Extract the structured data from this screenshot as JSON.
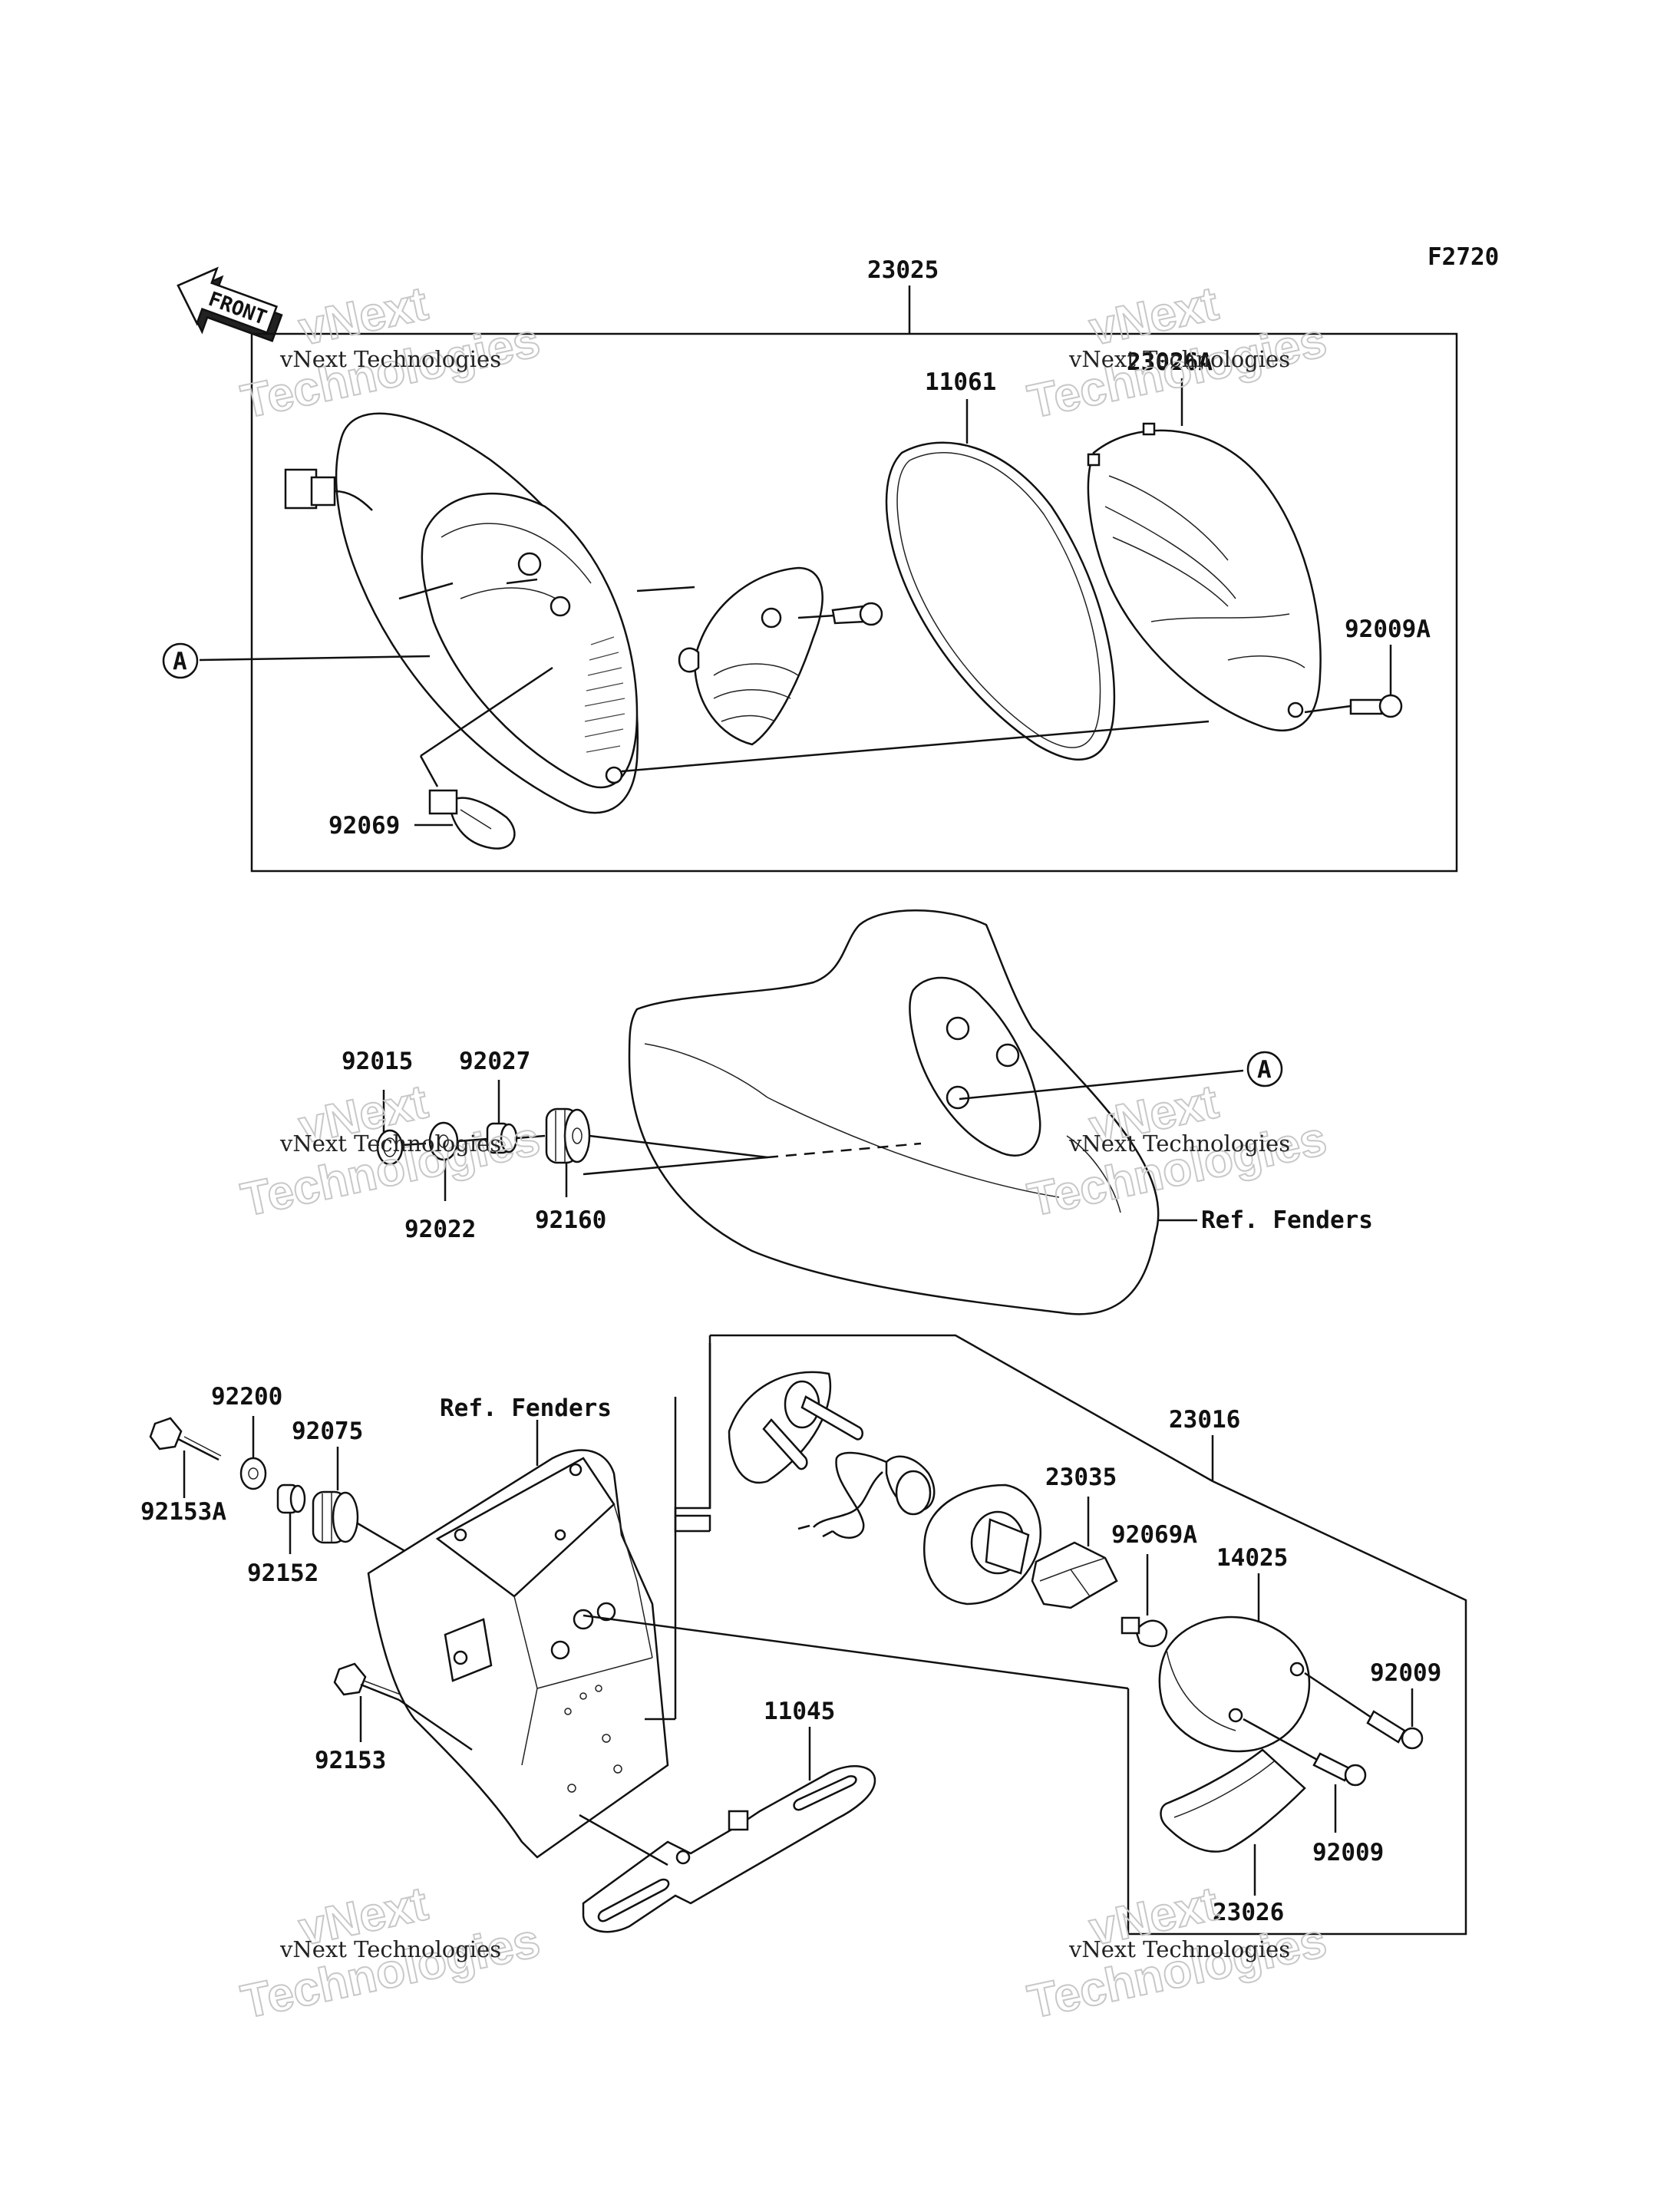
{
  "figure_code": "F2720",
  "direction_arrow": "FRONT",
  "callout_letter": "A",
  "part_labels": {
    "p23025": "23025",
    "p11061": "11061",
    "p23026A": "23026A",
    "p92009A": "92009A",
    "p92069": "92069",
    "p92015": "92015",
    "p92027": "92027",
    "p92022": "92022",
    "p92160": "92160",
    "p92200": "92200",
    "p92075": "92075",
    "p92153A": "92153A",
    "p92152": "92152",
    "p92153": "92153",
    "p11045": "11045",
    "p23016": "23016",
    "p23035": "23035",
    "p92069A": "92069A",
    "p14025": "14025",
    "p92009_a": "92009",
    "p92009_b": "92009",
    "p23026": "23026"
  },
  "references": {
    "fenders_1": "Ref. Fenders",
    "fenders_2": "Ref. Fenders"
  },
  "watermark": {
    "line1": "vNext Technologies",
    "line2": "vNext",
    "line3": "Technologies"
  }
}
